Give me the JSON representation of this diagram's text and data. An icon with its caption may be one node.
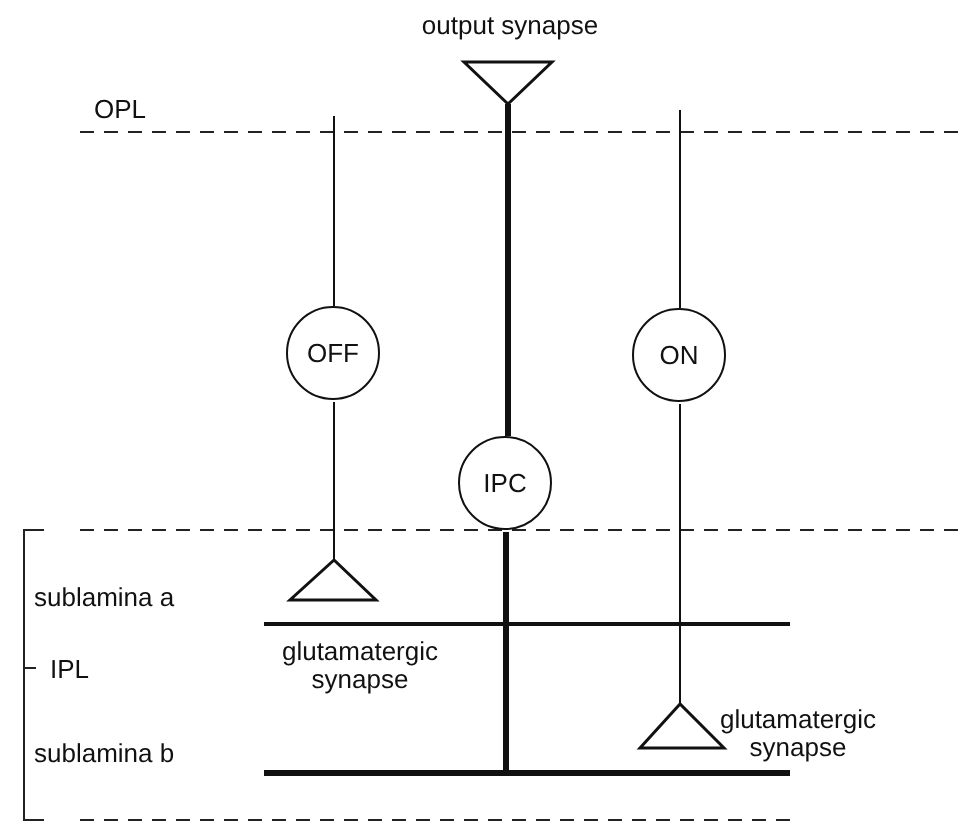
{
  "diagram": {
    "nodes": [
      {
        "text": [
          "output synapse"
        ]
      },
      {
        "text": [
          "OFF"
        ]
      },
      {
        "text": [
          "ON"
        ]
      },
      {
        "text": [
          "IPC"
        ]
      },
      {
        "text": [
          "glutamatergic synapse"
        ]
      },
      {
        "text": [
          "glutamatergic synapse"
        ]
      },
      {
        "text": [],
        "shape": "bar"
      },
      {
        "text": [],
        "shape": "bar"
      }
    ],
    "edges": [
      {
        "from": 0,
        "to": 3,
        "arrow": "none",
        "style": "thick"
      },
      {
        "from": 3,
        "to": 6,
        "arrow": "none",
        "style": "thick"
      },
      {
        "from": 6,
        "to": 7,
        "arrow": "none",
        "style": "thick"
      },
      {
        "from": null,
        "to": 1,
        "arrow": "none"
      },
      {
        "from": null,
        "to": 2,
        "arrow": "none"
      },
      {
        "from": 1,
        "to": 4,
        "arrow": "none"
      },
      {
        "from": 2,
        "to": 5,
        "arrow": "none"
      }
    ],
    "labels": [
      "OPL",
      "sublamina a",
      "IPL",
      "sublamina b"
    ]
  }
}
